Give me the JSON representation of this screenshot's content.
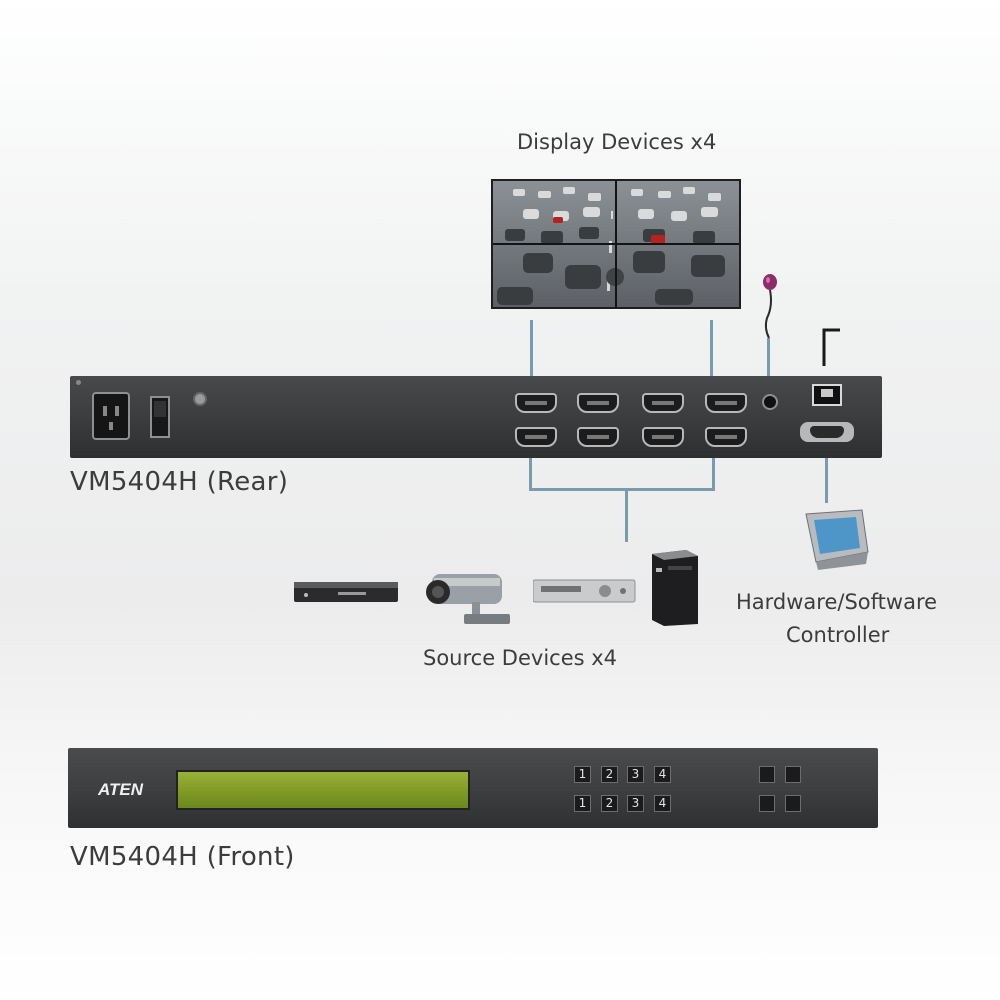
{
  "labels": {
    "display_devices": "Display Devices x4",
    "rear": "VM5404H (Rear)",
    "controller_line1": "Hardware/Software",
    "controller_line2": "Controller",
    "source_devices": "Source Devices x4",
    "front": "VM5404H (Front)"
  },
  "front_panel": {
    "logo": "ATEN",
    "top_row_buttons": [
      "1",
      "2",
      "3",
      "4"
    ],
    "bottom_row_buttons": [
      "1",
      "2",
      "3",
      "4"
    ]
  },
  "colors": {
    "connector_line": "#7a9aae",
    "panel_body": "#3d3e40",
    "lcd_green": "#8aa42e"
  }
}
